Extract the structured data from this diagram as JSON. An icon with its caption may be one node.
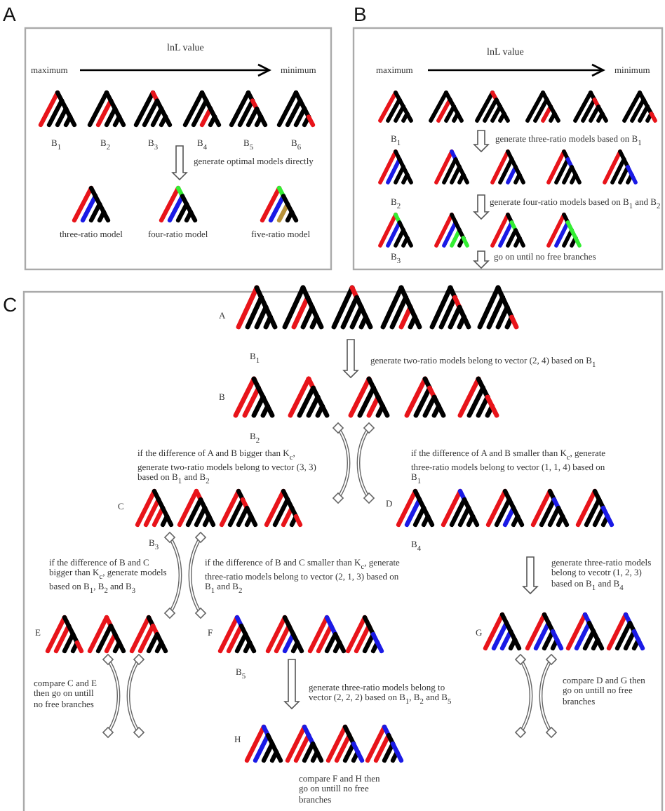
{
  "diagram": {
    "labels": [
      "A",
      "lnL value",
      "maximum",
      "minimum",
      "B$_{1}$",
      "B$_{2}$",
      "B$_{3}$",
      "B$_{4}$",
      "B$_{5}$",
      "B$_{6}$",
      "generate optimal models directly",
      "three-ratio model",
      "four-ratio model",
      "five-ratio model",
      "B",
      "lnL value",
      "maximum",
      "minimum",
      "B$_{1}$",
      "generate three-ratio models based on B$_{1}$",
      "B$_{2}$",
      "generate four-ratio models based on B$_{1}$ and B$_{2}$",
      "B$_{3}$",
      "go on until no free branches",
      "C",
      "A",
      "generate two-ratio models belong to vector (2, 4) based on B$_{1}$",
      "B$_{1}$",
      "B",
      "B$_{2}$",
      "if the difference of A and B bigger than K$_{c}$, generate two-ratio models belong to vector (3, 3) based on B$_{1}$ and B$_{2}$",
      "if the difference of A and B smaller than K$_{c}$, generate three-ratio models belong to vector (1, 1, 4) based on B$_{1}$",
      "C",
      "B$_{3}$",
      "D",
      "B$_{4}$",
      "if the difference of B and C bigger than K$_{c}$, generate models based on B$_{1}$, B$_{2}$ and B$_{3}$",
      "if the difference of B and C smaller than K$_{c}$, generate three-ratio models belong to vector (2, 1, 3) based on B$_{1}$ and B$_{2}$",
      "generate three-ratio models belong to vecotr (1, 2, 3) based on B$_{1}$ and B$_{4}$",
      "E",
      "F",
      "G",
      "B$_{5}$",
      "compare C and E then go on untill no free branches",
      "generate three-ratio models belong to vector (2, 2, 2) based on B$_{1}$, B$_{2}$ and B$_{5}$",
      "compare D and G then go on untill no free branches",
      "H",
      "compare F and H then go on untill no free branches"
    ]
  }
}
